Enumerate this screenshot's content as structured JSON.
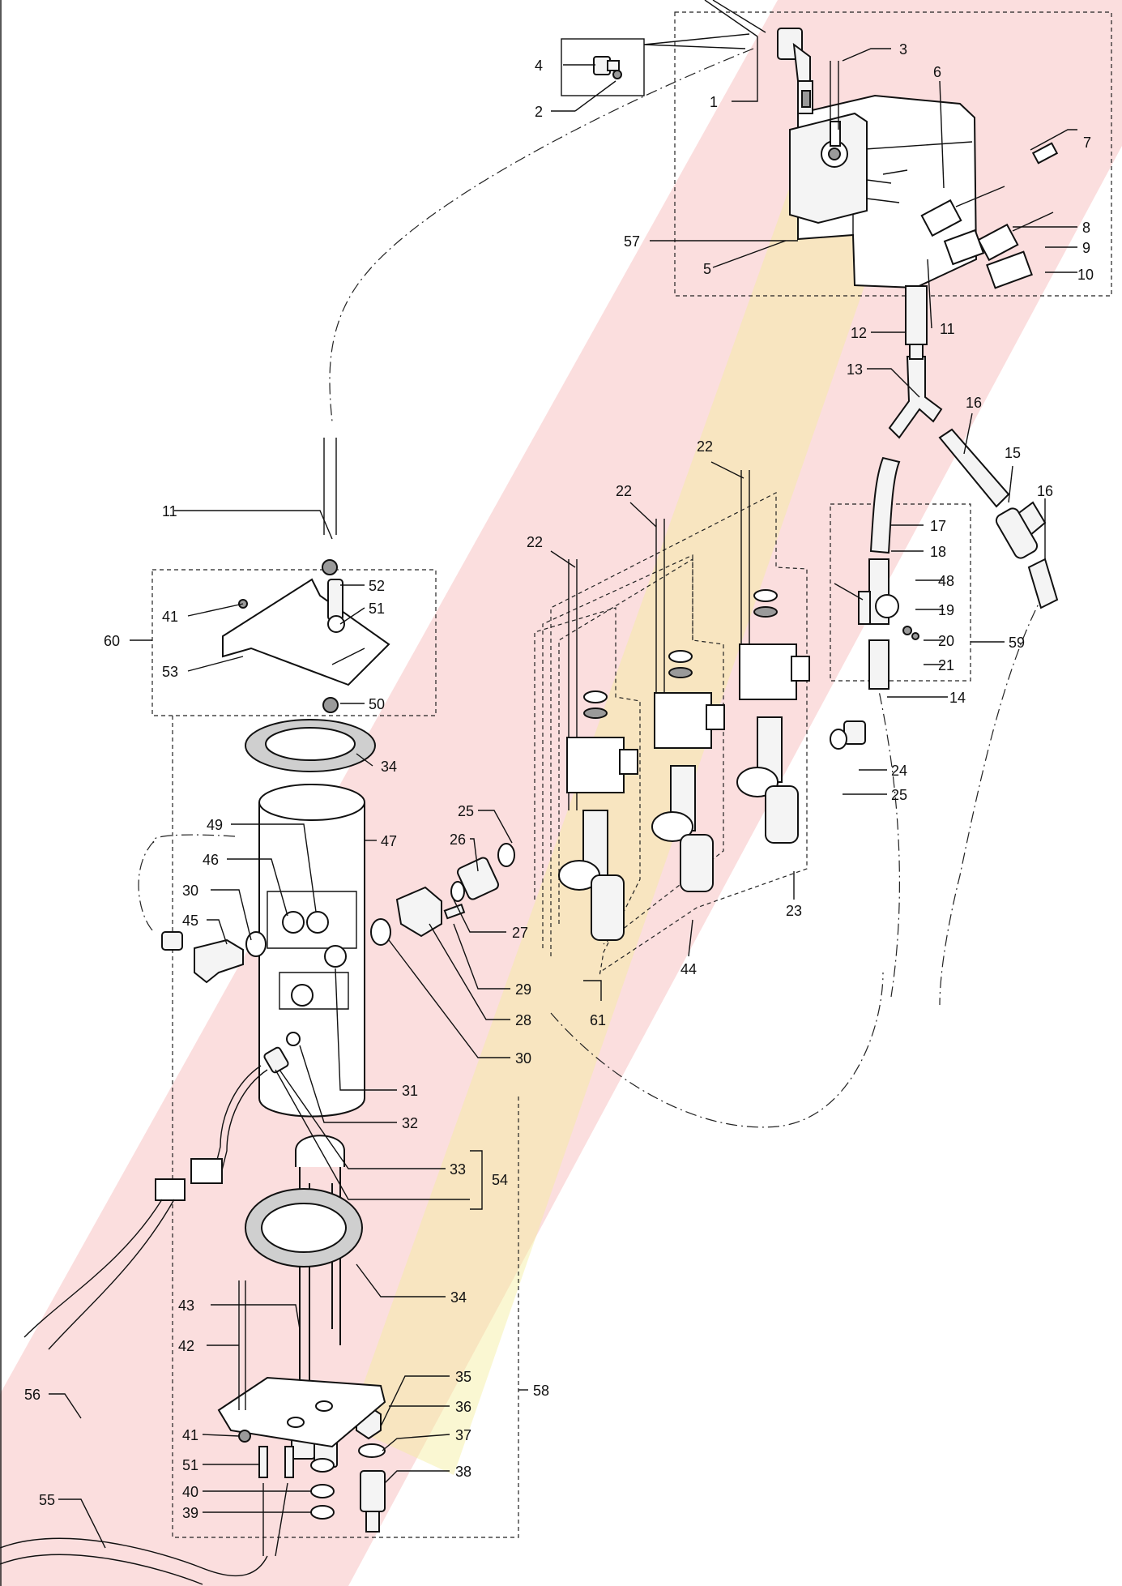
{
  "diagram": {
    "watermark_colors": {
      "red": "#f7b5b5",
      "yellow": "#f5ee9c"
    },
    "callouts": {
      "c1": "1",
      "c2": "2",
      "c3": "3",
      "c4": "4",
      "c5": "5",
      "c6": "6",
      "c7": "7",
      "c8": "8",
      "c9": "9",
      "c10": "10",
      "c11a": "11",
      "c11b": "11",
      "c12": "12",
      "c13": "13",
      "c14": "14",
      "c15": "15",
      "c16a": "16",
      "c16b": "16",
      "c17": "17",
      "c18": "18",
      "c19": "19",
      "c20": "20",
      "c21": "21",
      "c22a": "22",
      "c22b": "22",
      "c22c": "22",
      "c23": "23",
      "c24": "24",
      "c25a": "25",
      "c25b": "25",
      "c26": "26",
      "c27": "27",
      "c28": "28",
      "c29": "29",
      "c30a": "30",
      "c30b": "30",
      "c31": "31",
      "c32": "32",
      "c33": "33",
      "c34a": "34",
      "c34b": "34",
      "c35": "35",
      "c36": "36",
      "c37": "37",
      "c38": "38",
      "c39": "39",
      "c40": "40",
      "c41a": "41",
      "c41b": "41",
      "c42": "42",
      "c43": "43",
      "c44": "44",
      "c45": "45",
      "c46": "46",
      "c47": "47",
      "c48": "48",
      "c49": "49",
      "c50": "50",
      "c51a": "51",
      "c51b": "51",
      "c52": "52",
      "c53": "53",
      "c54": "54",
      "c55": "55",
      "c56": "56",
      "c57": "57",
      "c58": "58",
      "c59": "59",
      "c60": "60",
      "c61": "61"
    },
    "parts": [
      "boiler-cylinder",
      "solenoid-valve",
      "level-control-box",
      "heating-element",
      "y-fitting",
      "mounting-plate",
      "gasket",
      "tube"
    ]
  }
}
